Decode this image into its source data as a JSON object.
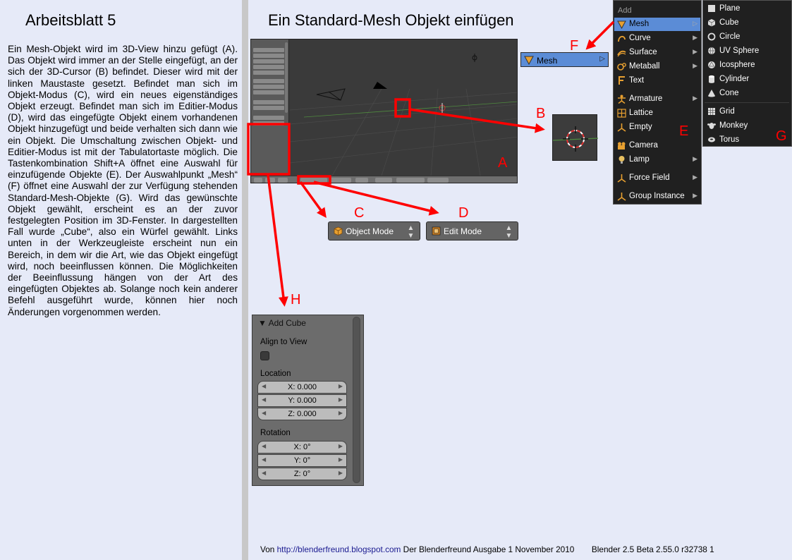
{
  "left_panel": {
    "title": "Arbeitsblatt 5",
    "body": "Ein Mesh-Objekt wird im 3D-View hinzu gefügt (A). Das Objekt wird immer an der Stelle eingefügt, an der sich der 3D-Cursor (B) befindet. Dieser wird mit der linken Maustaste gesetzt. Befindet man sich im Objekt-Modus (C), wird ein neues eigenständiges Objekt erzeugt. Befindet man sich im Editier-Modus (D), wird das eingefügte Objekt einem vorhandenen Objekt hinzugefügt und beide verhalten sich dann wie ein Objekt. Die Umschaltung zwischen Objekt- und Editier-Modus ist mit der Tabulatortaste möglich. Die Tastenkombination Shift+A öffnet eine Auswahl für einzufügende Objekte (E). Der Auswahlpunkt „Mesh“ (F) öffnet eine Auswahl der zur Verfügung stehenden Standard-Mesh-Objekte (G). Wird das gewünschte Objekt gewählt, erscheint es an der zuvor festgelegten Position im 3D-Fenster. In dargestellten Fall wurde „Cube“, also ein Würfel gewählt. Links unten in der Werkzeugleiste erscheint nun ein Bereich, in dem wir die Art, wie das Objekt eingefügt wird, noch beeinflussen können. Die Möglichkeiten der Beeinflussung hängen von der Art des eingefügten Objektes ab. Solange noch kein anderer Befehl ausgeführt wurde, können hier noch Änderungen vorgenommen werden."
  },
  "main_title": "Ein Standard-Mesh Objekt einfügen",
  "callouts": {
    "a": "A",
    "b": "B",
    "c": "C",
    "d": "D",
    "e": "E",
    "f": "F",
    "g": "G",
    "h": "H"
  },
  "mode_buttons": {
    "object_mode": "Object Mode",
    "edit_mode": "Edit Mode",
    "arrows": "▲▼"
  },
  "mesh_item": {
    "label": "Mesh",
    "arrow": "▷"
  },
  "add_menu": {
    "title": "Add",
    "items": [
      {
        "label": "Mesh",
        "arrow": "▷"
      },
      {
        "label": "Curve",
        "arrow": "▶"
      },
      {
        "label": "Surface",
        "arrow": "▶"
      },
      {
        "label": "Metaball",
        "arrow": "▶"
      },
      {
        "label": "Text",
        "arrow": ""
      },
      {
        "label": "Armature",
        "arrow": "▶"
      },
      {
        "label": "Lattice",
        "arrow": ""
      },
      {
        "label": "Empty",
        "arrow": ""
      },
      {
        "label": "Camera",
        "arrow": ""
      },
      {
        "label": "Lamp",
        "arrow": "▶"
      },
      {
        "label": "Force Field",
        "arrow": "▶"
      },
      {
        "label": "Group Instance",
        "arrow": "▶"
      }
    ]
  },
  "mesh_menu": {
    "items": [
      "Plane",
      "Cube",
      "Circle",
      "UV Sphere",
      "Icosphere",
      "Cylinder",
      "Cone",
      "Grid",
      "Monkey",
      "Torus"
    ]
  },
  "add_cube": {
    "title": "Add Cube",
    "align_label": "Align to View",
    "location_label": "Location",
    "location": [
      "X: 0.000",
      "Y: 0.000",
      "Z: 0.000"
    ],
    "rotation_label": "Rotation",
    "rotation": [
      "X: 0°",
      "Y: 0°",
      "Z: 0°"
    ],
    "arrow_left": "◀",
    "arrow_right": "▶"
  },
  "footer": {
    "prefix": "Von",
    "link": "http://blenderfreund.blogspot.com",
    "text": "Der Blenderfreund Ausgabe 1 November 2010",
    "version": "Blender 2.5 Beta 2.55.0 r32738 1"
  },
  "colors": {
    "accent_red": "#ff0000",
    "menu_highlight": "#5b8cd6",
    "panel_bg": "#e6eaf8"
  },
  "icons": {
    "mesh": "mesh-triangle-icon",
    "curve": "curve-icon",
    "surface": "surface-icon",
    "metaball": "metaball-icon",
    "text": "text-f-icon",
    "armature": "armature-icon",
    "lattice": "lattice-icon",
    "empty": "empty-axis-icon",
    "camera": "camera-icon",
    "lamp": "lamp-icon",
    "force_field": "force-field-icon",
    "group_instance": "group-instance-icon"
  }
}
